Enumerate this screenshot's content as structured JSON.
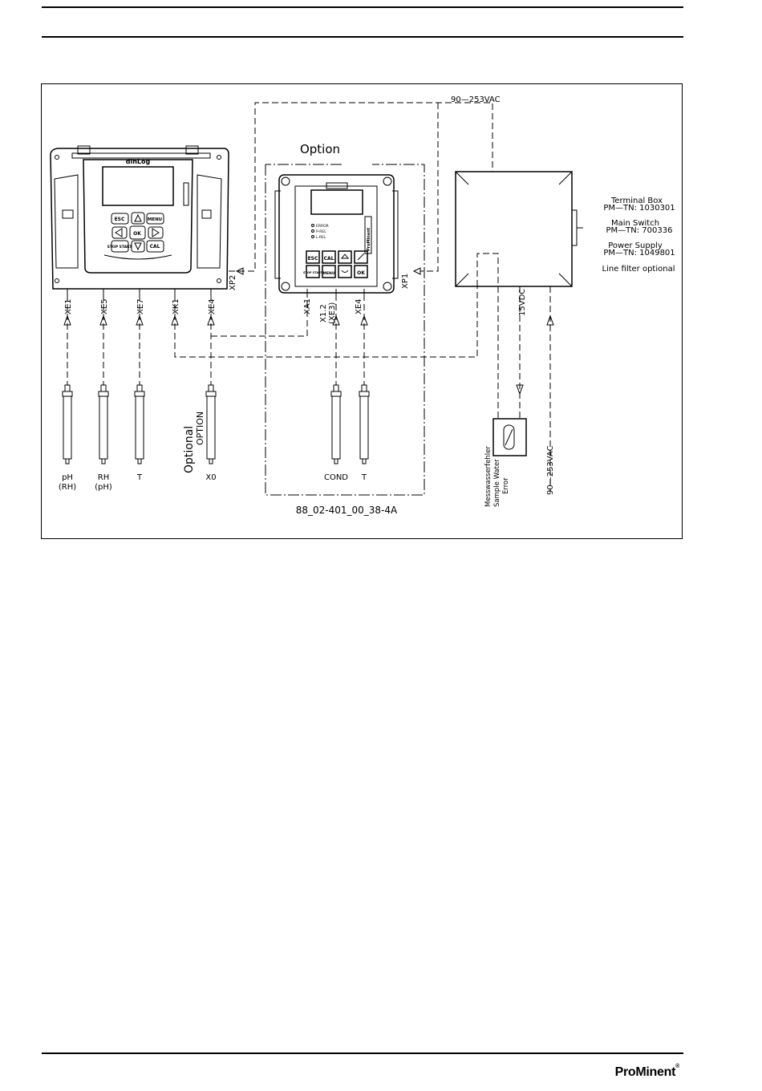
{
  "header": {
    "rules": 2
  },
  "diagram": {
    "main_unit": {
      "brand": "dinLog",
      "keys": {
        "esc": "ESC",
        "menu": "MENU",
        "ok": "OK",
        "stop": "STOP START",
        "cal": "CAL"
      }
    },
    "option_unit": {
      "title": "Option",
      "leds": [
        "ERROR",
        "P-REL",
        "L-REL"
      ],
      "keys": {
        "esc": "ESC",
        "cal": "CAL",
        "menu": "MENU",
        "ok": "OK",
        "stop": "STOP START"
      },
      "side_logo": "ProMinent"
    },
    "ports_main": [
      "XE1",
      "XE5",
      "XE7",
      "XK1",
      "XE4"
    ],
    "port_xp2": "XP2",
    "ports_option": {
      "xa1": "XA1",
      "x12_line1": "X1.2",
      "x12_line2": "(XE3)",
      "xe4": "XE4"
    },
    "port_xp1": "XP1",
    "supply_top": "90—253VAC",
    "supply_right": "90—253VAC",
    "dc_label": "15VDC",
    "terminal_box": {
      "lines": [
        "Terminal  Box",
        "PM—TN:  1030301",
        "Main  Switch",
        "PM—TN:  700336",
        "Power  Supply",
        "PM—TN:  1049801",
        "Line  filter  optional"
      ]
    },
    "sensors_main": [
      {
        "line1": "pH",
        "line2": "(RH)"
      },
      {
        "line1": "RH",
        "line2": "(pH)"
      },
      {
        "line1": "T",
        "line2": ""
      },
      {
        "line1": "X0",
        "line2": ""
      }
    ],
    "optional_label": "Optional",
    "option_label_caps": "OPTION",
    "sensors_option": [
      {
        "line1": "COND"
      },
      {
        "line1": "T"
      }
    ],
    "sample_water": {
      "line1": "Messwasserfehler",
      "line2": "Sample Water",
      "line3": "Error"
    },
    "drawing_number": "88_02-401_00_38-4A"
  },
  "footer": {
    "brand": "ProMinent",
    "reg": "®"
  }
}
